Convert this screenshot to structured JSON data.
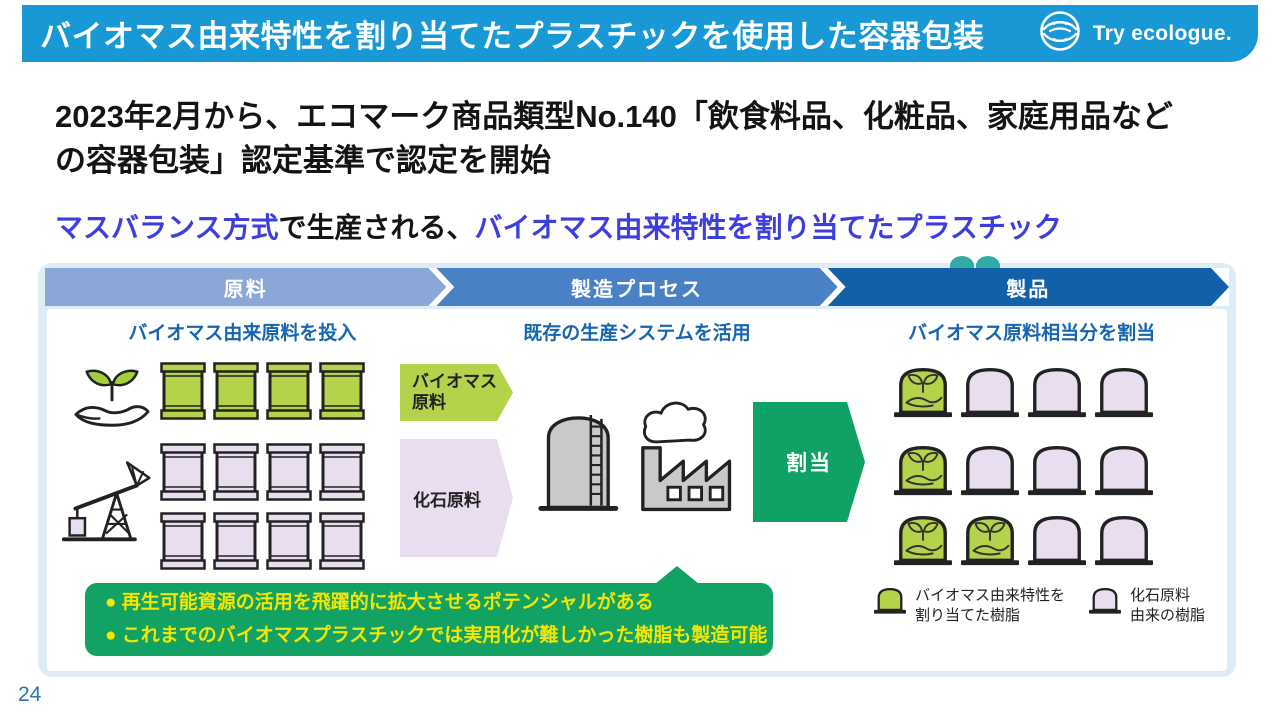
{
  "header": {
    "title": "バイオマス由来特性を割り当てたプラスチックを使用した容器包装",
    "brand": "Try ecologue."
  },
  "intro_lines": [
    "2023年2月から、エコマーク商品類型No.140「飲食料品、化粧品、家庭用品など",
    "の容器包装」認定基準で認定を開始"
  ],
  "subtitle": {
    "highlight1": "マスバランス方式",
    "middle": "で生産される、",
    "highlight2": "バイオマス由来特性を割り当てたプラスチック"
  },
  "diagram": {
    "stages": [
      {
        "label": "原料",
        "sublabel": "バイオマス由来原料を投入",
        "color": "#8ba7d7"
      },
      {
        "label": "製造プロセス",
        "sublabel": "既存の生産システムを活用",
        "color": "#4a80c4"
      },
      {
        "label": "製品",
        "sublabel": "バイオマス原料相当分を割当",
        "color": "#1160a8"
      }
    ],
    "barrel_rows": [
      [
        "green",
        "green",
        "green",
        "green"
      ],
      [
        "fossil",
        "fossil",
        "fossil",
        "fossil"
      ],
      [
        "fossil",
        "fossil",
        "fossil",
        "fossil"
      ]
    ],
    "material_arrows": [
      {
        "label": "バイオマス原料",
        "type": "green"
      },
      {
        "label": "化石原料",
        "type": "fossil"
      }
    ],
    "allocation_label": "割当",
    "product_rows": [
      [
        "green",
        "fossil",
        "fossil",
        "fossil"
      ],
      [
        "green",
        "fossil",
        "fossil",
        "fossil"
      ],
      [
        "green",
        "green",
        "fossil",
        "fossil"
      ]
    ],
    "legend": [
      {
        "type": "green",
        "label_line1": "バイオマス由来特性を",
        "label_line2": "割り当てた樹脂"
      },
      {
        "type": "fossil",
        "label_line1": "化石原料",
        "label_line2": "由来の樹脂"
      }
    ]
  },
  "callout": {
    "bullet_char": "●",
    "bullets": [
      "再生可能資源の活用を飛躍的に拡大させるポテンシャルがある",
      "これまでのバイオマスプラスチックでは実用化が難しかった樹脂も製造可能"
    ]
  },
  "page_number": "24",
  "icons": {
    "ecologue-logo-icon": "globe-held-by-hands",
    "sprout-hand-icon": "hand-holding-sprout",
    "oil-pump-icon": "oil-pump-jack",
    "factory-icon": "storage-tank-and-factory",
    "product-sprout-icon": "hand-holding-sprout-outline"
  },
  "colors": {
    "header_bg": "#1898d4",
    "accent": "#3d3ee0",
    "panel_bg": "#ddecf5",
    "sublabel_text": "#1565b0",
    "biomass_green": "#b5d24b",
    "leaf_green": "#a4cd3e",
    "fossil_lavender": "#e9def0",
    "allocation_green": "#10a165",
    "callout_green": "#12a263",
    "callout_text": "#f3e600",
    "page_number_blue": "#2d73b4",
    "deco_teal": "#2fada4",
    "illustration_gray": "#c9c9c9"
  }
}
